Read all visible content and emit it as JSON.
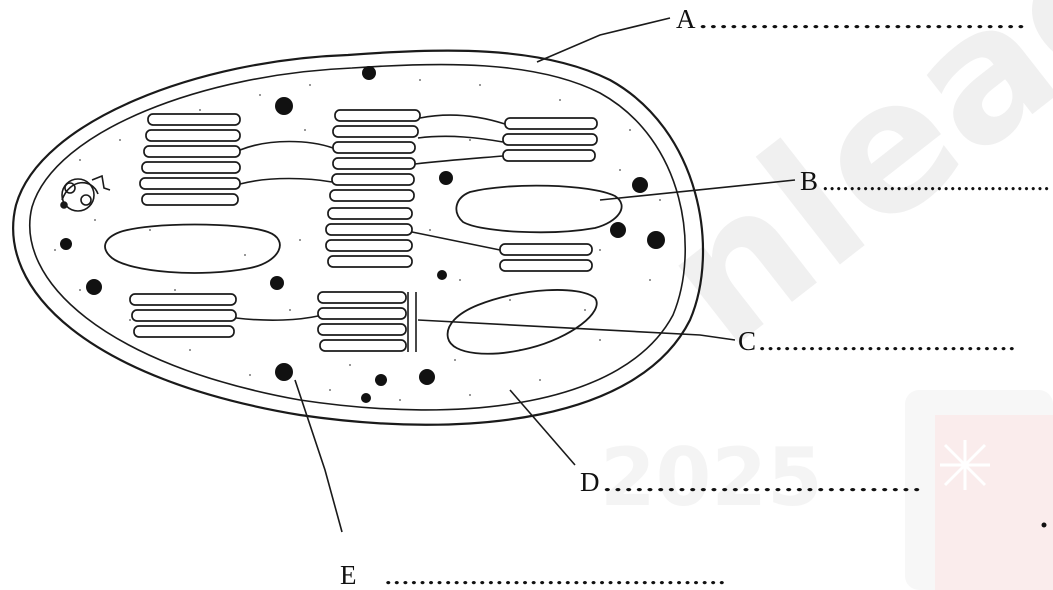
{
  "diagram": {
    "labels": [
      {
        "id": "A",
        "letter": "A",
        "answer_blank": "................................"
      },
      {
        "id": "B",
        "letter": "B",
        "answer_blank": ".................................."
      },
      {
        "id": "C",
        "letter": "C",
        "answer_blank": "..............................."
      },
      {
        "id": "D",
        "letter": "D",
        "answer_blank": ".............................."
      },
      {
        "id": "E",
        "letter": "E",
        "answer_blank": "........................................"
      }
    ]
  },
  "watermark": {
    "site_text": "nleae.",
    "year_text": "2025",
    "accent_color": "#e8d6d6",
    "logo_color": "#f3d9d9"
  },
  "colors": {
    "stroke": "#1a1a1a",
    "dot": "#111111"
  }
}
